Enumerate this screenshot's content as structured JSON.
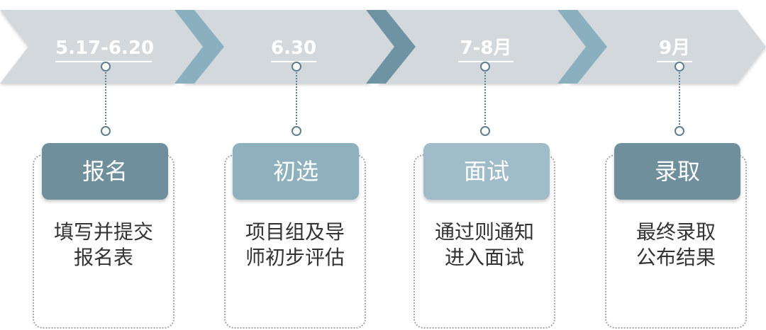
{
  "colors": {
    "band_light": "#d3d8dd",
    "chevron_light": "#8ab0c0",
    "chevron_dark": "#6e93a2",
    "stage_title_1": "#6f8f9c",
    "stage_title_2": "#8fb0bd",
    "stage_title_3": "#9fbcc8",
    "stage_title_4": "#6f8f9c",
    "connector": "#5f7f8c"
  },
  "stages": [
    {
      "date": "5.17-6.20",
      "title": "报名",
      "description_line1": "填写并提交",
      "description_line2": "报名表"
    },
    {
      "date": "6.30",
      "title": "初选",
      "description_line1": "项目组及导",
      "description_line2": "师初步评估"
    },
    {
      "date": "7-8月",
      "title": "面试",
      "description_line1": "通过则通知",
      "description_line2": "进入面试"
    },
    {
      "date": "9月",
      "title": "录取",
      "description_line1": "最终录取",
      "description_line2": "公布结果"
    }
  ]
}
